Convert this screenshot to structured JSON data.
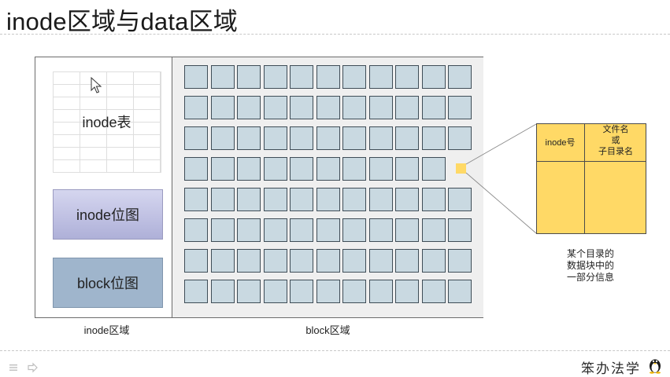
{
  "slide": {
    "title": "inode区域与data区域"
  },
  "inode_region": {
    "table_label": "inode表",
    "inode_bitmap_label": "inode位图",
    "block_bitmap_label": "block位图",
    "region_label": "inode区域"
  },
  "block_region": {
    "region_label": "block区域",
    "rows": 8,
    "cols": 11,
    "highlight": {
      "row": 4,
      "col": 11
    }
  },
  "directory_entry": {
    "col1_header": "inode号",
    "col2_header_lines": [
      "文件名",
      "或",
      "子目录名"
    ],
    "caption_lines": [
      "某个目录的",
      "数据块中的",
      "一部分信息"
    ]
  },
  "footer": {
    "brand": "笨办法学"
  },
  "colors": {
    "block_fill": "#c9d9e1",
    "block_border": "#3f4d57",
    "highlight": "#ffd966",
    "inode_bitmap": "#c0c1e3",
    "block_bitmap": "#9fb5cc",
    "block_region_bg": "#efefef"
  },
  "icons": {
    "cursor": "mouse-pointer-icon",
    "footer_nav": "slide-nav-icon",
    "mascot": "tux-penguin-icon"
  }
}
